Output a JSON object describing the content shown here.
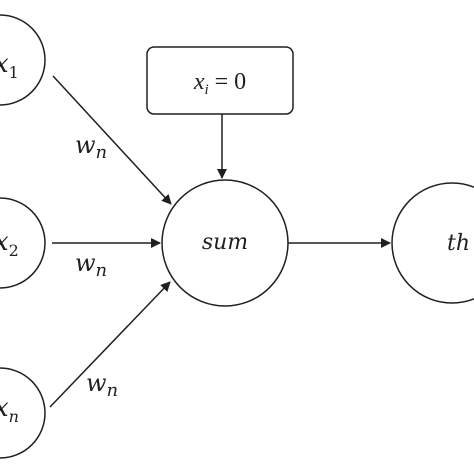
{
  "diagram": {
    "colors": {
      "stroke": "#231f20",
      "background": "#ffffff"
    },
    "nodes": {
      "input1": {
        "var": "x",
        "sub": "1"
      },
      "input2": {
        "var": "x",
        "sub": "2"
      },
      "inputn": {
        "var": "x",
        "sub": "n"
      },
      "sum": {
        "label": "sum"
      },
      "threshold": {
        "label": "th"
      },
      "bias": {
        "var": "x",
        "sub": "i",
        "rest": " = 0"
      }
    },
    "weights": {
      "w1": {
        "var": "w",
        "sub": "n"
      },
      "w2": {
        "var": "w",
        "sub": "n"
      },
      "wn": {
        "var": "w",
        "sub": "n"
      }
    }
  }
}
